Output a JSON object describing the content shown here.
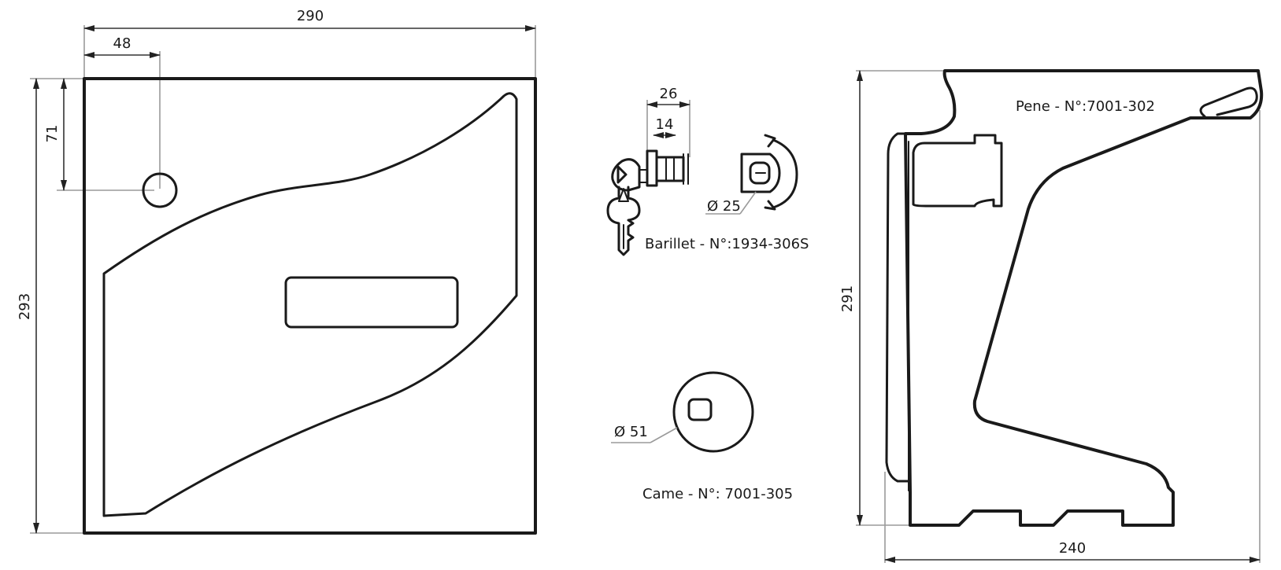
{
  "drawing": {
    "front_view": {
      "dim_width": "290",
      "dim_hole_offset_x": "48",
      "dim_hole_offset_y": "71",
      "dim_height": "293"
    },
    "barrel": {
      "dim_outer": "26",
      "dim_inner": "14",
      "dim_diameter": "Ø 25",
      "label": "Barillet - N°:1934-306S"
    },
    "cam": {
      "dim_diameter": "Ø 51",
      "label": "Came - N°: 7001-305"
    },
    "side_view": {
      "label": "Pene - N°:7001-302",
      "dim_height": "291",
      "dim_depth": "240"
    }
  },
  "colors": {
    "line": "#1a1a1a",
    "extension": "#9a9a9a",
    "background": "#ffffff"
  }
}
